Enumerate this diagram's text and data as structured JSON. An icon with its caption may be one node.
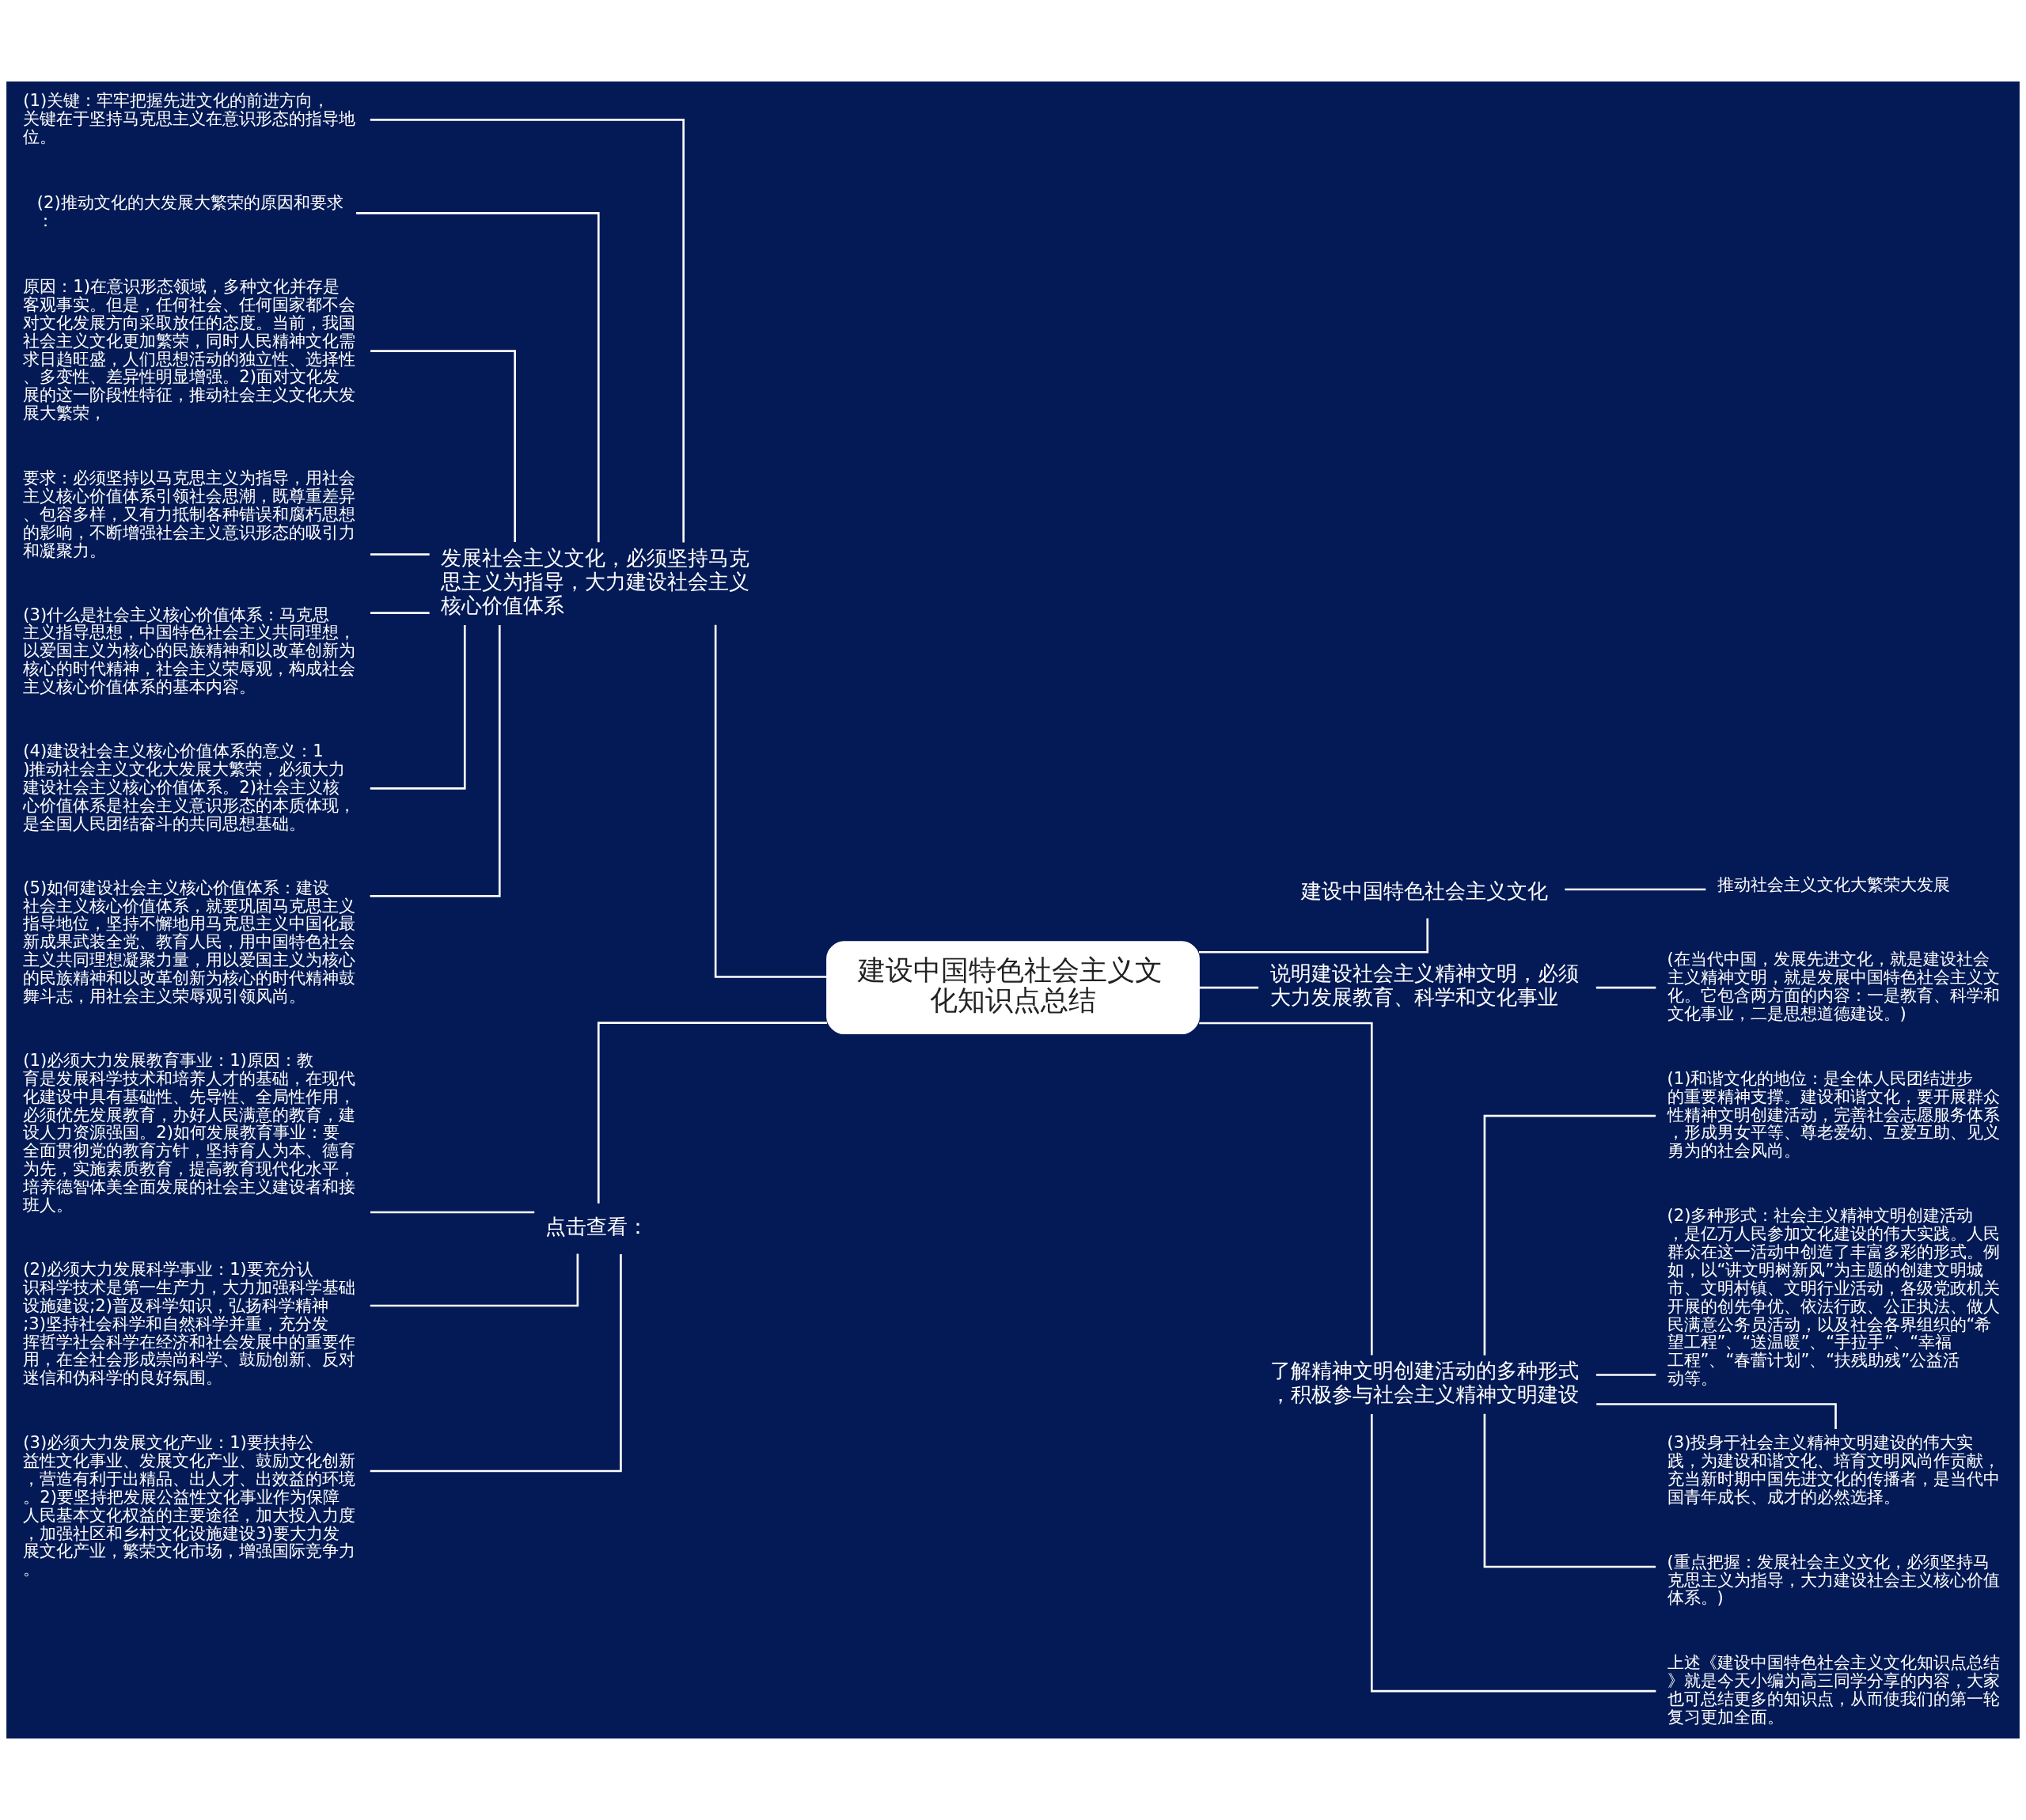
{
  "diagram": {
    "nodes": [
      {
        "text": [
          "建设中国特色社会主义文化知识点总结"
        ]
      },
      {
        "text": [
          "发展社会主义文化，必须坚持马克思主义为指导，大力建设社会主义核心价值体系"
        ]
      },
      {
        "text": [
          "(1)关键：牢牢把握先进文化的前进方向，关键在于坚持马克思主义在意识形态的指导地位。"
        ]
      },
      {
        "text": [
          "(2)推动文化的大发展大繁荣的原因和要求："
        ]
      },
      {
        "text": [
          "原因：1)在意识形态领域，多种文化并存是客观事实。但是，任何社会、任何国家都不会对文化发展方向采取放任的态度。当前，我国社会主义文化更加繁荣，同时人民精神文化需求日趋旺盛，人们思想活动的独立性、选择性、多变性、差异性明显增强。2)面对文化发展的这一阶段性特征，推动社会主义文化大发展大繁荣，"
        ]
      },
      {
        "text": [
          "要求：必须坚持以马克思主义为指导，用社会主义核心价值体系引领社会思潮，既尊重差异、包容多样，又有力抵制各种错误和腐朽思想的影响，不断增强社会主义意识形态的吸引力和凝聚力。"
        ]
      },
      {
        "text": [
          "(3)什么是社会主义核心价值体系：马克思主义指导思想，中国特色社会主义共同理想，以爱国主义为核心的民族精神和以改革创新为核心的时代精神，社会主义荣辱观，构成社会主义核心价值体系的基本内容。"
        ]
      },
      {
        "text": [
          "(4)建设社会主义核心价值体系的意义：1)推动社会主义文化大发展大繁荣，必须大力建设社会主义核心价值体系。2)社会主义核心价值体系是社会主义意识形态的本质体现，是全国人民团结奋斗的共同思想基础。"
        ]
      },
      {
        "text": [
          "(5)如何建设社会主义核心价值体系：建设社会主义核心价值体系，就要巩固马克思主义指导地位，坚持不懈地用马克思主义中国化最新成果武装全党、教育人民，用中国特色社会主义共同理想凝聚力量，用以爱国主义为核心的民族精神和以改革创新为核心的时代精神鼓舞斗志，用社会主义荣辱观引领风尚。"
        ]
      },
      {
        "text": [
          "点击查看："
        ]
      },
      {
        "text": [
          "(1)必须大力发展教育事业：1)原因：教育是发展科学技术和培养人才的基础，在现代化建设中具有基础性、先导性、全局性作用，必须优先发展教育，办好人民满意的教育，建设人力资源强国。2)如何发展教育事业：要全面贯彻党的教育方针，坚持育人为本、德育为先，实施素质教育，提高教育现代化水平，培养德智体美全面发展的社会主义建设者和接班人。"
        ]
      },
      {
        "text": [
          "(2)必须大力发展科学事业：1)要充分认识科学技术是第一生产力，大力加强科学基础设施建设;2)普及科学知识，弘扬科学精神;3)坚持社会科学和自然科学并重，充分发挥哲学社会科学在经济和社会发展中的重要作用，在全社会形成崇尚科学、鼓励创新、反对迷信和伪科学的良好氛围。"
        ]
      },
      {
        "text": [
          "(3)必须大力发展文化产业：1)要扶持公益性文化事业、发展文化产业、鼓励文化创新，营造有利于出精品、出人才、出效益的环境。2)要坚持把发展公益性文化事业作为保障人民基本文化权益的主要途径，加大投入力度，加强社区和乡村文化设施建设3)要大力发展文化产业，繁荣文化市场，增强国际竞争力。"
        ]
      },
      {
        "text": [
          "建设中国特色社会主义文化"
        ]
      },
      {
        "text": [
          "推动社会主义文化大繁荣大发展"
        ]
      },
      {
        "text": [
          "说明建设社会主义精神文明，必须大力发展教育、科学和文化事业"
        ]
      },
      {
        "text": [
          "(在当代中国，发展先进文化，就是建设社会主义精神文明，就是发展中国特色社会主义文化。它包含两方面的内容：一是教育、科学和文化事业，二是思想道德建设。)"
        ]
      },
      {
        "text": [
          "了解精神文明创建活动的多种形式，积极参与社会主义精神文明建设"
        ]
      },
      {
        "text": [
          "(1)和谐文化的地位：是全体人民团结进步的重要精神支撑。建设和谐文化，要开展群众性精神文明创建活动，完善社会志愿服务体系，形成男女平等、尊老爱幼、互爱互助、见义勇为的社会风尚。"
        ]
      },
      {
        "text": [
          "(2)多种形式：社会主义精神文明创建活动，是亿万人民参加文化建设的伟大实践。人民群众在这一活动中创造了丰富多彩的形式。例如，以“讲文明树新风”为主题的创建文明城市、文明村镇、文明行业活动，各级党政机关开展的创先争优、依法行政、公正执法、做人民满意公务员活动，以及社会各界组织的“希望工程”、“送温暖”、“手拉手”、“幸福工程”、“春蕾计划”、“扶残助残”公益活动等。"
        ]
      },
      {
        "text": [
          "(3)投身于社会主义精神文明建设的伟大实践，为建设和谐文化、培育文明风尚作贡献，充当新时期中国先进文化的传播者，是当代中国青年成长、成才的必然选择。"
        ]
      },
      {
        "text": [
          "(重点把握：发展社会主义文化，必须坚持马克思主义为指导，大力建设社会主义核心价值体系。)"
        ]
      },
      {
        "text": [
          "上述《建设中国特色社会主义文化知识点总结》就是今天小编为高三同学分享的内容，大家也可总结更多的知识点，从而使我们的第一轮复习更加全面。"
        ]
      }
    ],
    "edges": [
      {
        "from": 0,
        "to": 1,
        "arrow": "none"
      },
      {
        "from": 1,
        "to": 2,
        "arrow": "none"
      },
      {
        "from": 1,
        "to": 3,
        "arrow": "none"
      },
      {
        "from": 1,
        "to": 4,
        "arrow": "none"
      },
      {
        "from": 1,
        "to": 5,
        "arrow": "none"
      },
      {
        "from": 1,
        "to": 6,
        "arrow": "none"
      },
      {
        "from": 1,
        "to": 7,
        "arrow": "none"
      },
      {
        "from": 1,
        "to": 8,
        "arrow": "none"
      },
      {
        "from": 0,
        "to": 9,
        "arrow": "none"
      },
      {
        "from": 9,
        "to": 10,
        "arrow": "none"
      },
      {
        "from": 9,
        "to": 11,
        "arrow": "none"
      },
      {
        "from": 9,
        "to": 12,
        "arrow": "none"
      },
      {
        "from": 0,
        "to": 13,
        "arrow": "none"
      },
      {
        "from": 13,
        "to": 14,
        "arrow": "none"
      },
      {
        "from": 0,
        "to": 15,
        "arrow": "none"
      },
      {
        "from": 15,
        "to": 16,
        "arrow": "none"
      },
      {
        "from": 0,
        "to": 17,
        "arrow": "none"
      },
      {
        "from": 17,
        "to": 18,
        "arrow": "none"
      },
      {
        "from": 17,
        "to": 19,
        "arrow": "none"
      },
      {
        "from": 17,
        "to": 20,
        "arrow": "none"
      },
      {
        "from": 17,
        "to": 21,
        "arrow": "none"
      },
      {
        "from": 17,
        "to": 22,
        "arrow": "none"
      }
    ]
  }
}
